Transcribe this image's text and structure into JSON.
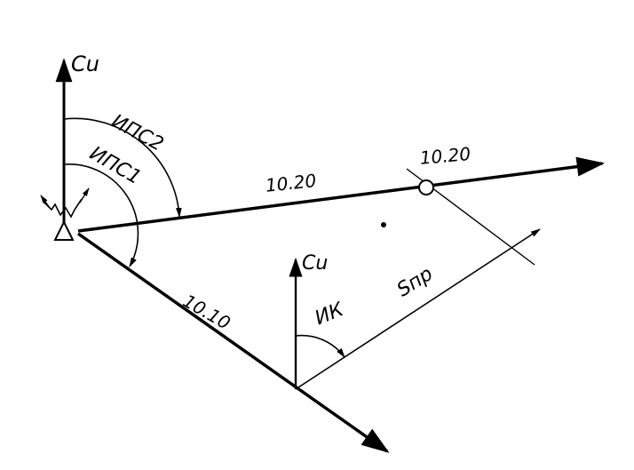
{
  "labels": {
    "north_1": "Cu",
    "north_2": "Cu",
    "angle_2": "ИПС2",
    "angle_1": "ИПС1",
    "time_bearing_line": "10.20",
    "time_fix": "10.20",
    "time_course": "10.10",
    "course_angle": "ИК",
    "distance": "Sпр"
  },
  "colors": {
    "ink": "#000000",
    "paper": "#ffffff"
  },
  "icons": {
    "station": "triangle-station-icon",
    "radio_mast": "radio-wave-icon",
    "fix": "circle-fix-icon"
  }
}
